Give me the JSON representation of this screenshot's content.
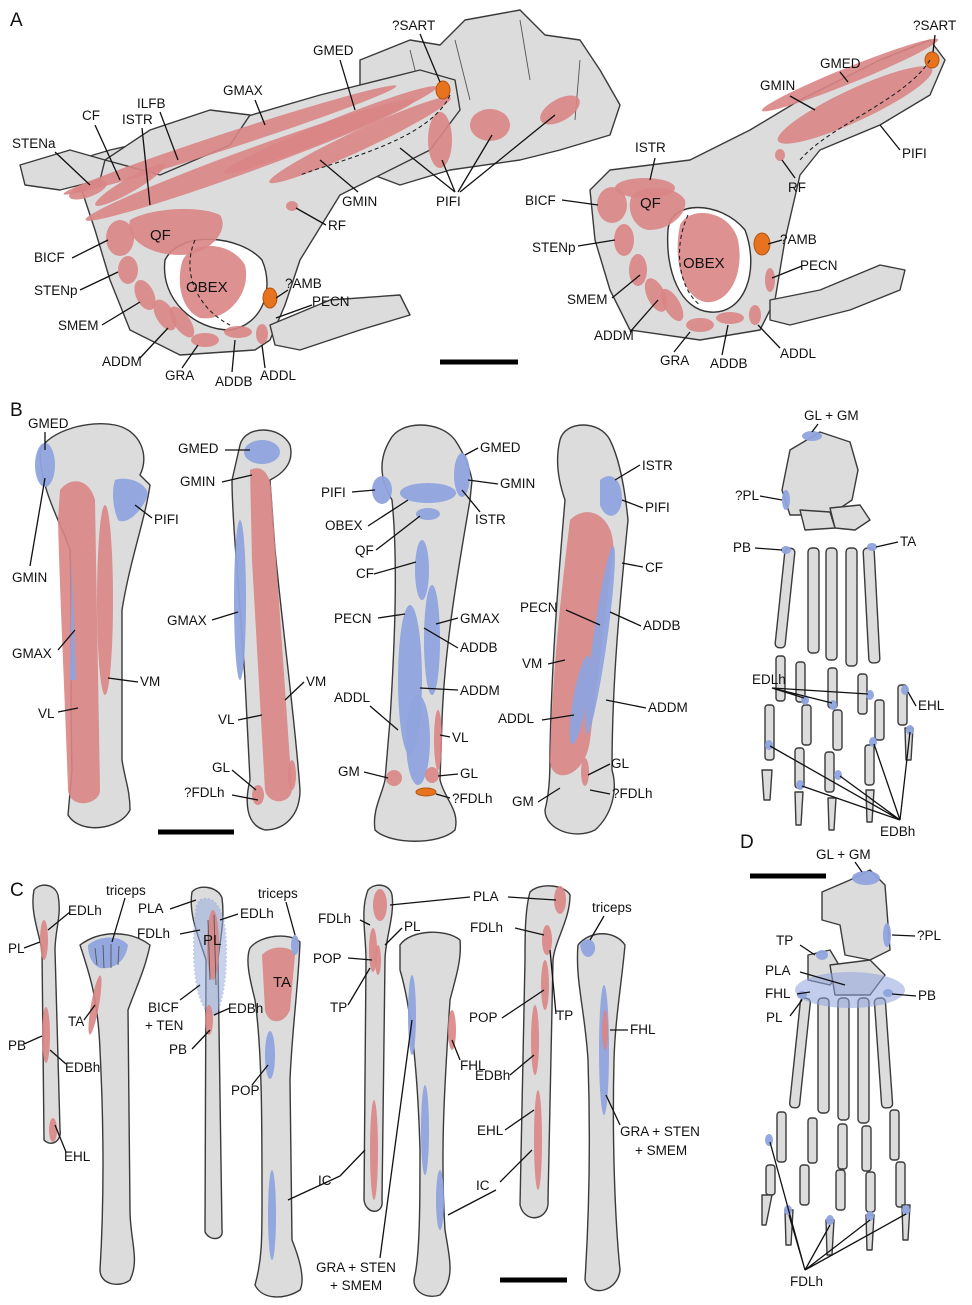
{
  "panels": {
    "a": "A",
    "b": "B",
    "c": "C",
    "d": "D"
  },
  "a1": {
    "sart": "?SART",
    "gmed": "GMED",
    "gmax": "GMAX",
    "ilfb": "ILFB",
    "cf": "CF",
    "istr": "ISTR",
    "stena": "STENa",
    "qf": "QF",
    "bicf": "BICF",
    "stenp": "STENp",
    "obex": "OBEX",
    "smem": "SMEM",
    "addm": "ADDM",
    "gra": "GRA",
    "addb": "ADDB",
    "addl": "ADDL",
    "amb": "?AMB",
    "pecn": "PECN",
    "rf": "RF",
    "gmin": "GMIN",
    "pifi": "PIFI"
  },
  "a2": {
    "sart": "?SART",
    "gmed": "GMED",
    "gmin": "GMIN",
    "pifi": "PIFI",
    "istr": "ISTR",
    "rf": "RF",
    "bicf": "BICF",
    "qf": "QF",
    "stenp": "STENp",
    "amb": "?AMB",
    "pecn": "PECN",
    "obex": "OBEX",
    "smem": "SMEM",
    "addm": "ADDM",
    "gra": "GRA",
    "addb": "ADDB",
    "addl": "ADDL"
  },
  "b": {
    "gmed1": "GMED",
    "gmin1": "GMIN",
    "pifi1": "PIFI",
    "gmax1": "GMAX",
    "vm1": "VM",
    "vl1": "VL",
    "gmed2": "GMED",
    "gmin2": "GMIN",
    "gmax2": "GMAX",
    "vm2": "VM",
    "vl2": "VL",
    "gl2": "GL",
    "fdlh2": "?FDLh",
    "gmed3": "GMED",
    "gmin3": "GMIN",
    "pifi3": "PIFI",
    "obex3": "OBEX",
    "istr3": "ISTR",
    "qf3": "QF",
    "cf3": "CF",
    "pecn3": "PECN",
    "gmax3": "GMAX",
    "addb3": "ADDB",
    "addm3": "ADDM",
    "addl3": "ADDL",
    "vl3": "VL",
    "gm3": "GM",
    "gl3": "GL",
    "fdlh3": "?FDLh",
    "istr4": "ISTR",
    "pifi4": "PIFI",
    "cf4": "CF",
    "pecn4": "PECN",
    "addb4": "ADDB",
    "vm4": "VM",
    "addl4": "ADDL",
    "addm4": "ADDM",
    "gl4": "GL",
    "gm4": "GM",
    "fdlh4": "?FDLh",
    "glgm": "GL + GM",
    "pl": "?PL",
    "pb": "PB",
    "ta": "TA",
    "edlh": "EDLh",
    "ehl": "EHL",
    "edbh": "EDBh"
  },
  "c": {
    "pl1": "PL",
    "edlh1": "EDLh",
    "triceps1": "triceps",
    "ta1": "TA",
    "pb1": "PB",
    "edbh1": "EDBh",
    "ehl1": "EHL",
    "pla2": "PLA",
    "edlh2": "EDLh",
    "fdlh2": "FDLh",
    "pl2": "PL",
    "triceps2": "triceps",
    "ta2": "TA",
    "bicf2": "BICF",
    "ten2": "+ TEN",
    "edbh2": "EDBh",
    "pb2": "PB",
    "pop2": "POP",
    "ic2": "IC",
    "pla3": "PLA",
    "fdlh3": "FDLh",
    "pl3": "PL",
    "pop3": "POP",
    "tp3": "TP",
    "fhl3": "FHL",
    "ic3": "IC",
    "gra1": "GRA + STEN",
    "gra2": "+ SMEM",
    "fdlh4": "FDLh",
    "pop4": "POP",
    "tp4": "TP",
    "edbh4": "EDBh",
    "ehl4": "EHL",
    "ic4": "IC",
    "triceps4": "triceps",
    "fhl4": "FHL",
    "gra3": "GRA + STEN",
    "gra4": "+ SMEM"
  },
  "d": {
    "glgm": "GL + GM",
    "pl": "?PL",
    "tp": "TP",
    "pla": "PLA",
    "fhl": "FHL",
    "pb": "PB",
    "pl2": "PL",
    "fdlh": "FDLh"
  },
  "colors": {
    "bone": "#dcdcdc",
    "muscle_origin": "#d98585",
    "muscle_insertion": "#8fa3dd",
    "uncertain": "#e8731e"
  }
}
